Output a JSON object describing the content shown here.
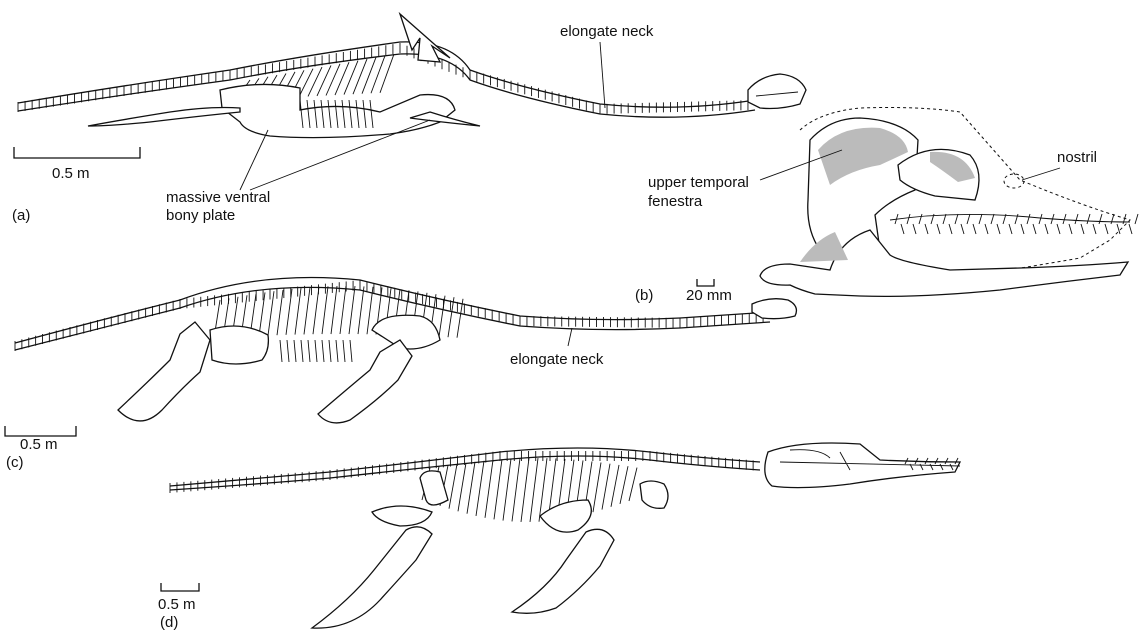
{
  "panels": {
    "a": {
      "tag": "(a)",
      "scale": "0.5 m",
      "labels": {
        "neck": "elongate neck",
        "plate_line1": "massive ventral",
        "plate_line2": "bony plate"
      }
    },
    "b": {
      "tag": "(b)",
      "scale": "20 mm",
      "labels": {
        "fenestra_line1": "upper temporal",
        "fenestra_line2": "fenestra",
        "nostril": "nostril"
      }
    },
    "c": {
      "tag": "(c)",
      "scale": "0.5 m",
      "labels": {
        "neck": "elongate neck"
      }
    },
    "d": {
      "tag": "(d)",
      "scale": "0.5 m"
    }
  }
}
